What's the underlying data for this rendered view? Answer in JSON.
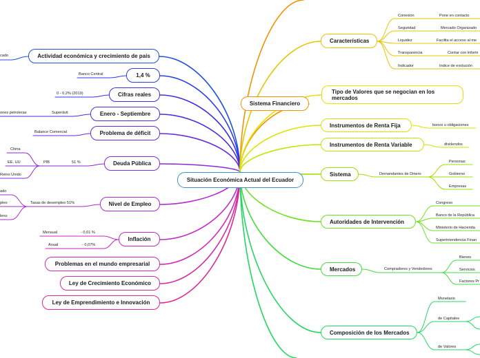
{
  "center": {
    "title": "Situación Económica Actual del Ecuador"
  },
  "left_branches": [
    {
      "title": "Actividad económica y crecimiento de país",
      "color": "#1f4fe0",
      "details": [
        "cado"
      ]
    },
    {
      "title": "1,4 %",
      "color": "#2a3de8",
      "details": [
        "Banco Central"
      ]
    },
    {
      "title": "Cifras reales",
      "color": "#3b2fe6",
      "details": [
        "0 - 0,2% (2019)"
      ]
    },
    {
      "title": "Enero - Septiembre",
      "color": "#4b2be0",
      "details": [
        "Superávit",
        "ones petroleras"
      ]
    },
    {
      "title": "Problema de déficit",
      "color": "#6a2ad8",
      "details": [
        "Balance Comercial"
      ]
    },
    {
      "title": "Deuda Pública",
      "color": "#8a2ad8",
      "details": [
        "51 %",
        "PIB",
        "China",
        "EE. UU",
        "Reino Unido"
      ]
    },
    {
      "title": "Nivel de Empleo",
      "color": "#b02ad0",
      "details": [
        "Tasas de desempleo 51%",
        "ado",
        "pleo",
        "leno"
      ]
    },
    {
      "title": "Inflación",
      "color": "#c42ac4",
      "details": [
        "- 0,01 %",
        "Mensual",
        "- 0,07%",
        "Anual"
      ]
    },
    {
      "title": "Problemas en el mundo empresarial",
      "color": "#cf2ab8",
      "details": []
    },
    {
      "title": "Ley de Crecimiento Económico",
      "color": "#d72aa6",
      "details": []
    },
    {
      "title": "Ley de Emprendimiento e Innovación",
      "color": "#dd2a90",
      "details": []
    }
  ],
  "right_branches": [
    {
      "title": "Sistema Financiero",
      "color": "#f39200",
      "details": []
    },
    {
      "title": "Características",
      "color": "#e6c400",
      "details": [
        "Conexión",
        "Pone en contacto",
        "Seguridad",
        "Mercado Organizado",
        "Liquidez",
        "Facilita el acceso al me",
        "Transparencia",
        "Contar con inform",
        "Indicador",
        "Indice de evolución"
      ]
    },
    {
      "title": "Tipo de Valores que se negocian en los mercados",
      "color": "#e8e000",
      "details": []
    },
    {
      "title": "Instrumentos de Renta Fija",
      "color": "#d9e400",
      "details": [
        "bonos u obligaciones"
      ]
    },
    {
      "title": "Instrumentos de Renta Variable",
      "color": "#c6e400",
      "details": [
        "dividendos"
      ]
    },
    {
      "title": "Sistema",
      "color": "#9de000",
      "details": [
        "Demandantes de Dinero",
        "Personas",
        "Gobierno",
        "Empresas"
      ]
    },
    {
      "title": "Autoridades de Intervención",
      "color": "#6ee020",
      "details": [
        "Congreso",
        "Banco de la República",
        "Ministerio de Hacienda",
        "Superintendencia Finan"
      ]
    },
    {
      "title": "Mercados",
      "color": "#40dc40",
      "details": [
        "Compradores y Vendedores",
        "Bienes",
        "Servicios",
        "Factores Pr"
      ]
    },
    {
      "title": "Composición de los Mercados",
      "color": "#20d860",
      "details": [
        "Monetario",
        "de Capitales",
        "de Valores"
      ]
    }
  ],
  "colors": {
    "center_border": "#3a8fd0"
  }
}
